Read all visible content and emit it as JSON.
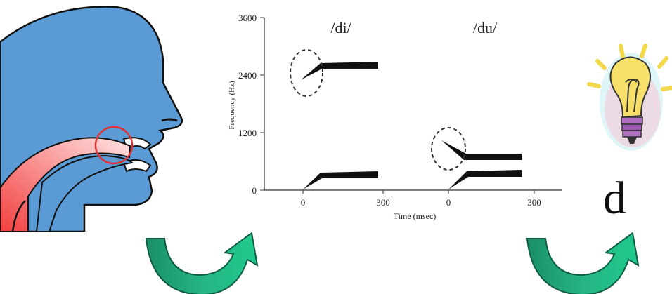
{
  "spectrogram": {
    "y_axis_label": "Frequency (Hz)",
    "x_axis_label": "Time (msec)",
    "y_ticks": [
      "3600",
      "2400",
      "1200",
      "0"
    ],
    "panels": [
      {
        "syllable": "/di/",
        "x_ticks": [
          "0",
          "300"
        ]
      },
      {
        "syllable": "/du/",
        "x_ticks": [
          "0",
          "300"
        ]
      }
    ]
  },
  "perceived_phoneme": "d",
  "colors": {
    "head": "#5b9bd5",
    "vocal_tract": "#f25c5c",
    "highlight_circle": "#e03030",
    "arrow": "#1fa67a",
    "bulb": "#f7e06a"
  },
  "icons": [
    "head-profile-illustration",
    "light-bulb-icon",
    "curved-arrow-icon"
  ]
}
